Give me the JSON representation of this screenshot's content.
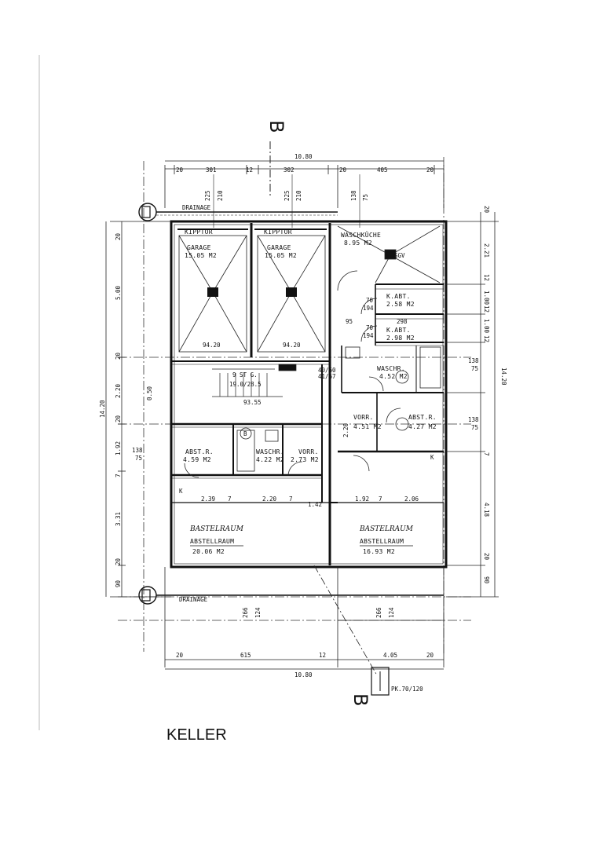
{
  "plan": {
    "title": "KELLER",
    "section_marker": "B",
    "overall_width": "10.80",
    "overall_depth": "14.20",
    "drainage_label": "DRAINAGE",
    "inspection_chamber": "PK.70/120"
  },
  "rooms": {
    "garage_left": {
      "door": "KIPPTOR",
      "name": "GARAGE",
      "area": "15.05 M2",
      "level": "94.20"
    },
    "garage_right": {
      "door": "KIPPTOR",
      "name": "GARAGE",
      "area": "15.05 M2",
      "level": "94.20"
    },
    "waschkueche": {
      "name": "WASCHKÜCHE",
      "area": "8.95 M2",
      "fixture": "SGV"
    },
    "kabt_1": {
      "name": "K.ABT.",
      "area": "2.58 M2",
      "door": "70",
      "door2": "194"
    },
    "kabt_2": {
      "name": "K.ABT.",
      "area": "2.98 M2",
      "door": "70",
      "door2": "194"
    },
    "waschr_right": {
      "name": "WASCHR.",
      "area": "4.52 M2"
    },
    "stair": {
      "steps": "9 ST G.",
      "ratio": "19.0/28.5",
      "level": "93.55"
    },
    "vorr_right": {
      "name": "VORR.",
      "area": "4.51 M2"
    },
    "abstr_right": {
      "name": "ABST.R.",
      "area": "4.27 M2"
    },
    "abstr_left": {
      "name": "ABST.R.",
      "area": "4.59 M2"
    },
    "waschr_left": {
      "name": "WASCHR.",
      "area": "4.22 M2"
    },
    "vorr_left": {
      "name": "VORR.",
      "area": "2.73 M2"
    },
    "abstellraum_left": {
      "hand": "BASTELRAUM",
      "name": "ABSTELLRAUM",
      "area": "20.06 M2"
    },
    "abstellraum_right": {
      "hand": "BASTELRAUM",
      "name": "ABSTELLRAUM",
      "area": "16.93 M2"
    }
  },
  "dims": {
    "top": [
      "20",
      "301",
      "12",
      "302",
      "20",
      "405",
      "20"
    ],
    "top_total": "10.80",
    "bottom": [
      "20",
      "615",
      "12",
      "4.05",
      "20"
    ],
    "bottom_total": "10.80",
    "left": [
      "20",
      "5.00",
      "20",
      "2.20",
      "20",
      "1.92",
      "7",
      "3.31",
      "20",
      "90"
    ],
    "left_extra": [
      "138",
      "75"
    ],
    "right": [
      "20",
      "2.21",
      "12",
      "1.00",
      "12",
      "1.00",
      "12",
      "138",
      "75",
      "138",
      "75",
      "7",
      "4.18",
      "20",
      "90"
    ],
    "garage_vertical": [
      "225",
      "210",
      "225",
      "210"
    ],
    "wk_vertical": [
      "138",
      "75"
    ],
    "lower_left_row": [
      "2.39",
      "7",
      "2.20",
      "7"
    ],
    "lower_right_row": [
      "1.92",
      "7",
      "2.06"
    ],
    "bottom_vertical": [
      "266",
      "124",
      "266",
      "124"
    ],
    "misc": [
      "95",
      "298",
      "2.20",
      "1.42",
      "0.50",
      "40/60",
      "41/67",
      "K",
      "B"
    ]
  }
}
